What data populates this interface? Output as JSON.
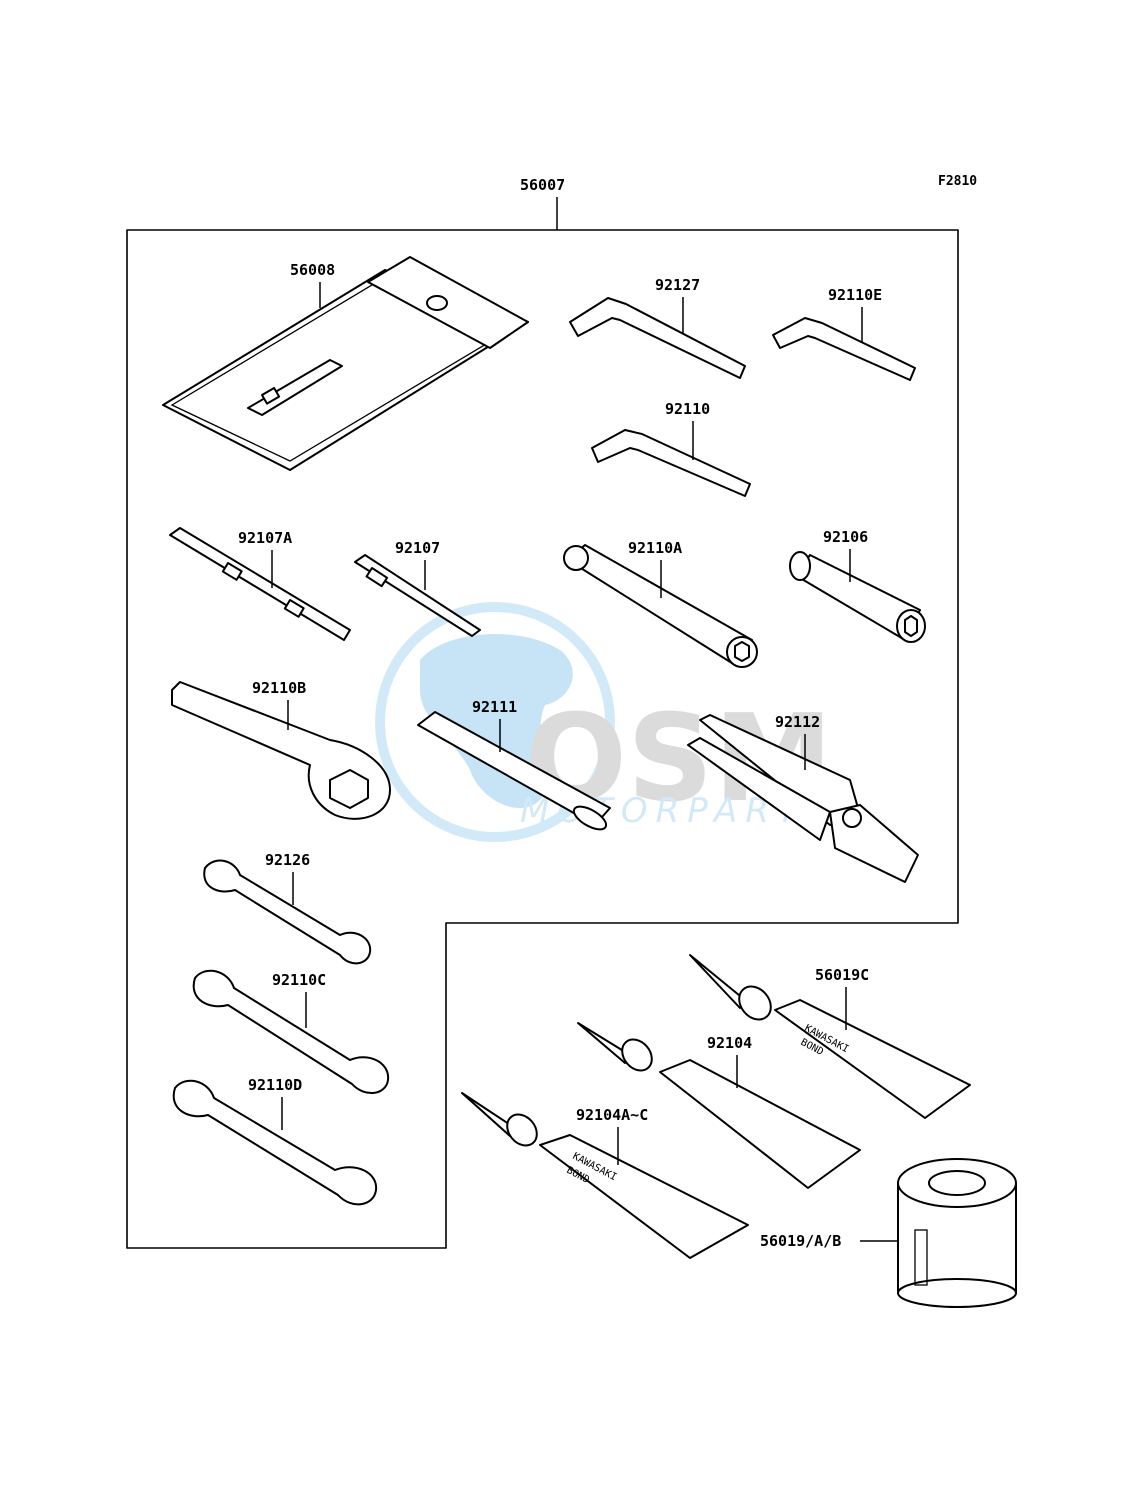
{
  "diagram_code": "F2810",
  "watermark": {
    "brand": "OSM",
    "sub": "MOTORPARTS"
  },
  "tube_print": {
    "line1": "KAWASAKI",
    "line2": "BOND"
  },
  "parts": {
    "kit": "56007",
    "pouch": "56008",
    "hex_key_92127": "92127",
    "hex_key_92110E": "92110E",
    "hex_key_92110": "92110",
    "screwdriver_92107A": "92107A",
    "screwdriver_92107": "92107",
    "socket_92110A": "92110A",
    "bit_92106": "92106",
    "ring_spanner_92110B": "92110B",
    "bar_92111": "92111",
    "pliers_92112": "92112",
    "spanner_92126": "92126",
    "spanner_92110C": "92110C",
    "spanner_92110D": "92110D",
    "bond_56019C": "56019C",
    "bond_92104": "92104",
    "bond_92104AC": "92104A~C",
    "oil_filter": "56019/A/B"
  }
}
